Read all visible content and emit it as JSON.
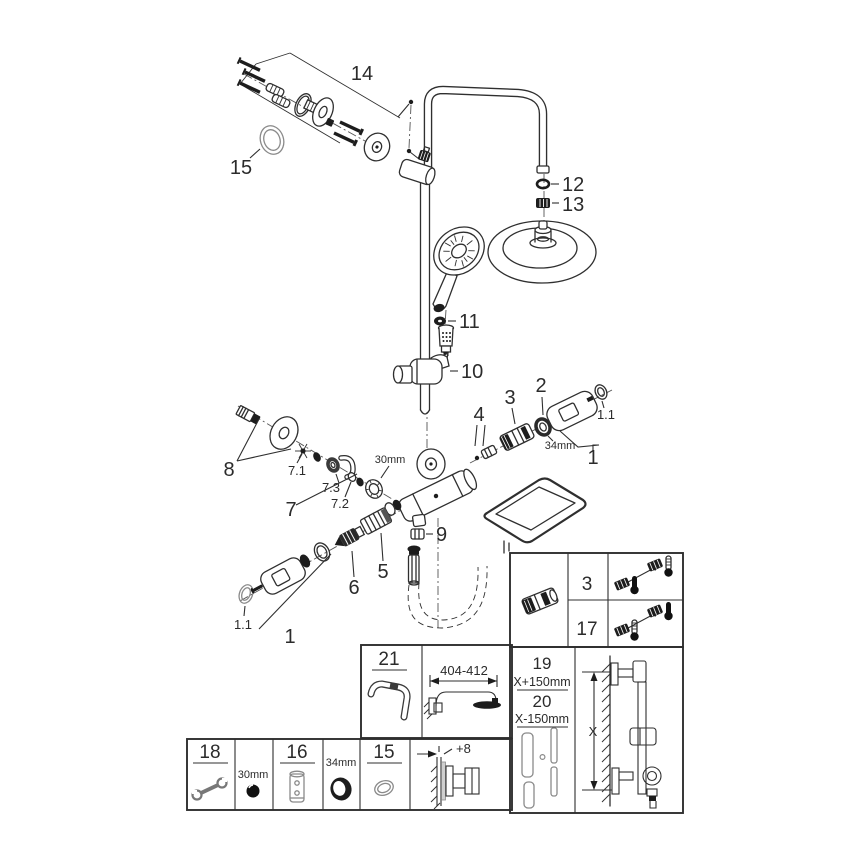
{
  "title": "Shower system exploded parts diagram",
  "callouts": {
    "c14": "14",
    "c15": "15",
    "c12": "12",
    "c13": "13",
    "c11": "11",
    "c10": "10",
    "c9": "9",
    "c8": "8",
    "c7": "7",
    "c7_1": "7.1",
    "c7_2": "7.2",
    "c7_3": "7.3",
    "c6": "6",
    "c5": "5",
    "c4": "4",
    "c3": "3",
    "c2": "2",
    "c1_right": "1",
    "c1_1_right": "1.1",
    "c1_left": "1",
    "c1_1_left": "1.1",
    "dim_34mm": "34mm",
    "dim_30mm": "30mm"
  },
  "tables": {
    "variants": {
      "rows": [
        {
          "id": "3"
        },
        {
          "id": "17"
        }
      ]
    },
    "rails": {
      "item_a": "19",
      "item_a_len": "X+150mm",
      "item_b": "20",
      "item_b_len": "X-150mm",
      "dim_x": "X"
    },
    "arm": {
      "item": "21",
      "dim": "404-412"
    },
    "tools": {
      "wrench_item": "18",
      "ball_dim": "30mm",
      "cartridge_item": "16",
      "ring_dim": "34mm",
      "oring_item": "15",
      "offset_dim": "+8"
    }
  },
  "colors": {
    "line": "#2f2f2f",
    "light": "#8a8a8a",
    "dark_fill": "#1d1d1d",
    "bg": "#ffffff"
  }
}
